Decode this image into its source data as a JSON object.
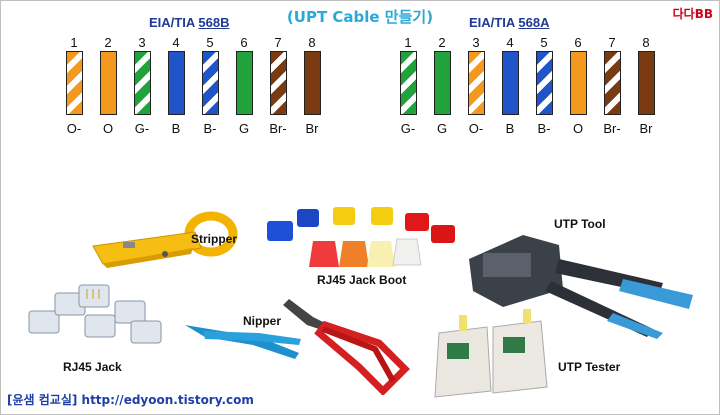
{
  "title": "(UPT Cable 만들기)",
  "corner_label": "다다BB",
  "standards": [
    {
      "prefix": "EIA/TIA",
      "code": "568B",
      "pins": [
        {
          "num": "1",
          "label": "O-"
        },
        {
          "num": "2",
          "label": "O"
        },
        {
          "num": "3",
          "label": "G-"
        },
        {
          "num": "4",
          "label": "B"
        },
        {
          "num": "5",
          "label": "B-"
        },
        {
          "num": "6",
          "label": "G"
        },
        {
          "num": "7",
          "label": "Br-"
        },
        {
          "num": "8",
          "label": "Br"
        }
      ]
    },
    {
      "prefix": "EIA/TIA",
      "code": "568A",
      "pins": [
        {
          "num": "1",
          "label": "G-"
        },
        {
          "num": "2",
          "label": "G"
        },
        {
          "num": "3",
          "label": "O-"
        },
        {
          "num": "4",
          "label": "B"
        },
        {
          "num": "5",
          "label": "B-"
        },
        {
          "num": "6",
          "label": "O"
        },
        {
          "num": "7",
          "label": "Br-"
        },
        {
          "num": "8",
          "label": "Br"
        }
      ]
    }
  ],
  "tools": {
    "stripper": "Stripper",
    "boot": "RJ45 Jack Boot",
    "utp_tool": "UTP Tool",
    "nipper": "Nipper",
    "rj45_jack": "RJ45 Jack",
    "utp_tester": "UTP Tester"
  },
  "footer": "[윤샘 컴교실]  http://edyoon.tistory.com"
}
